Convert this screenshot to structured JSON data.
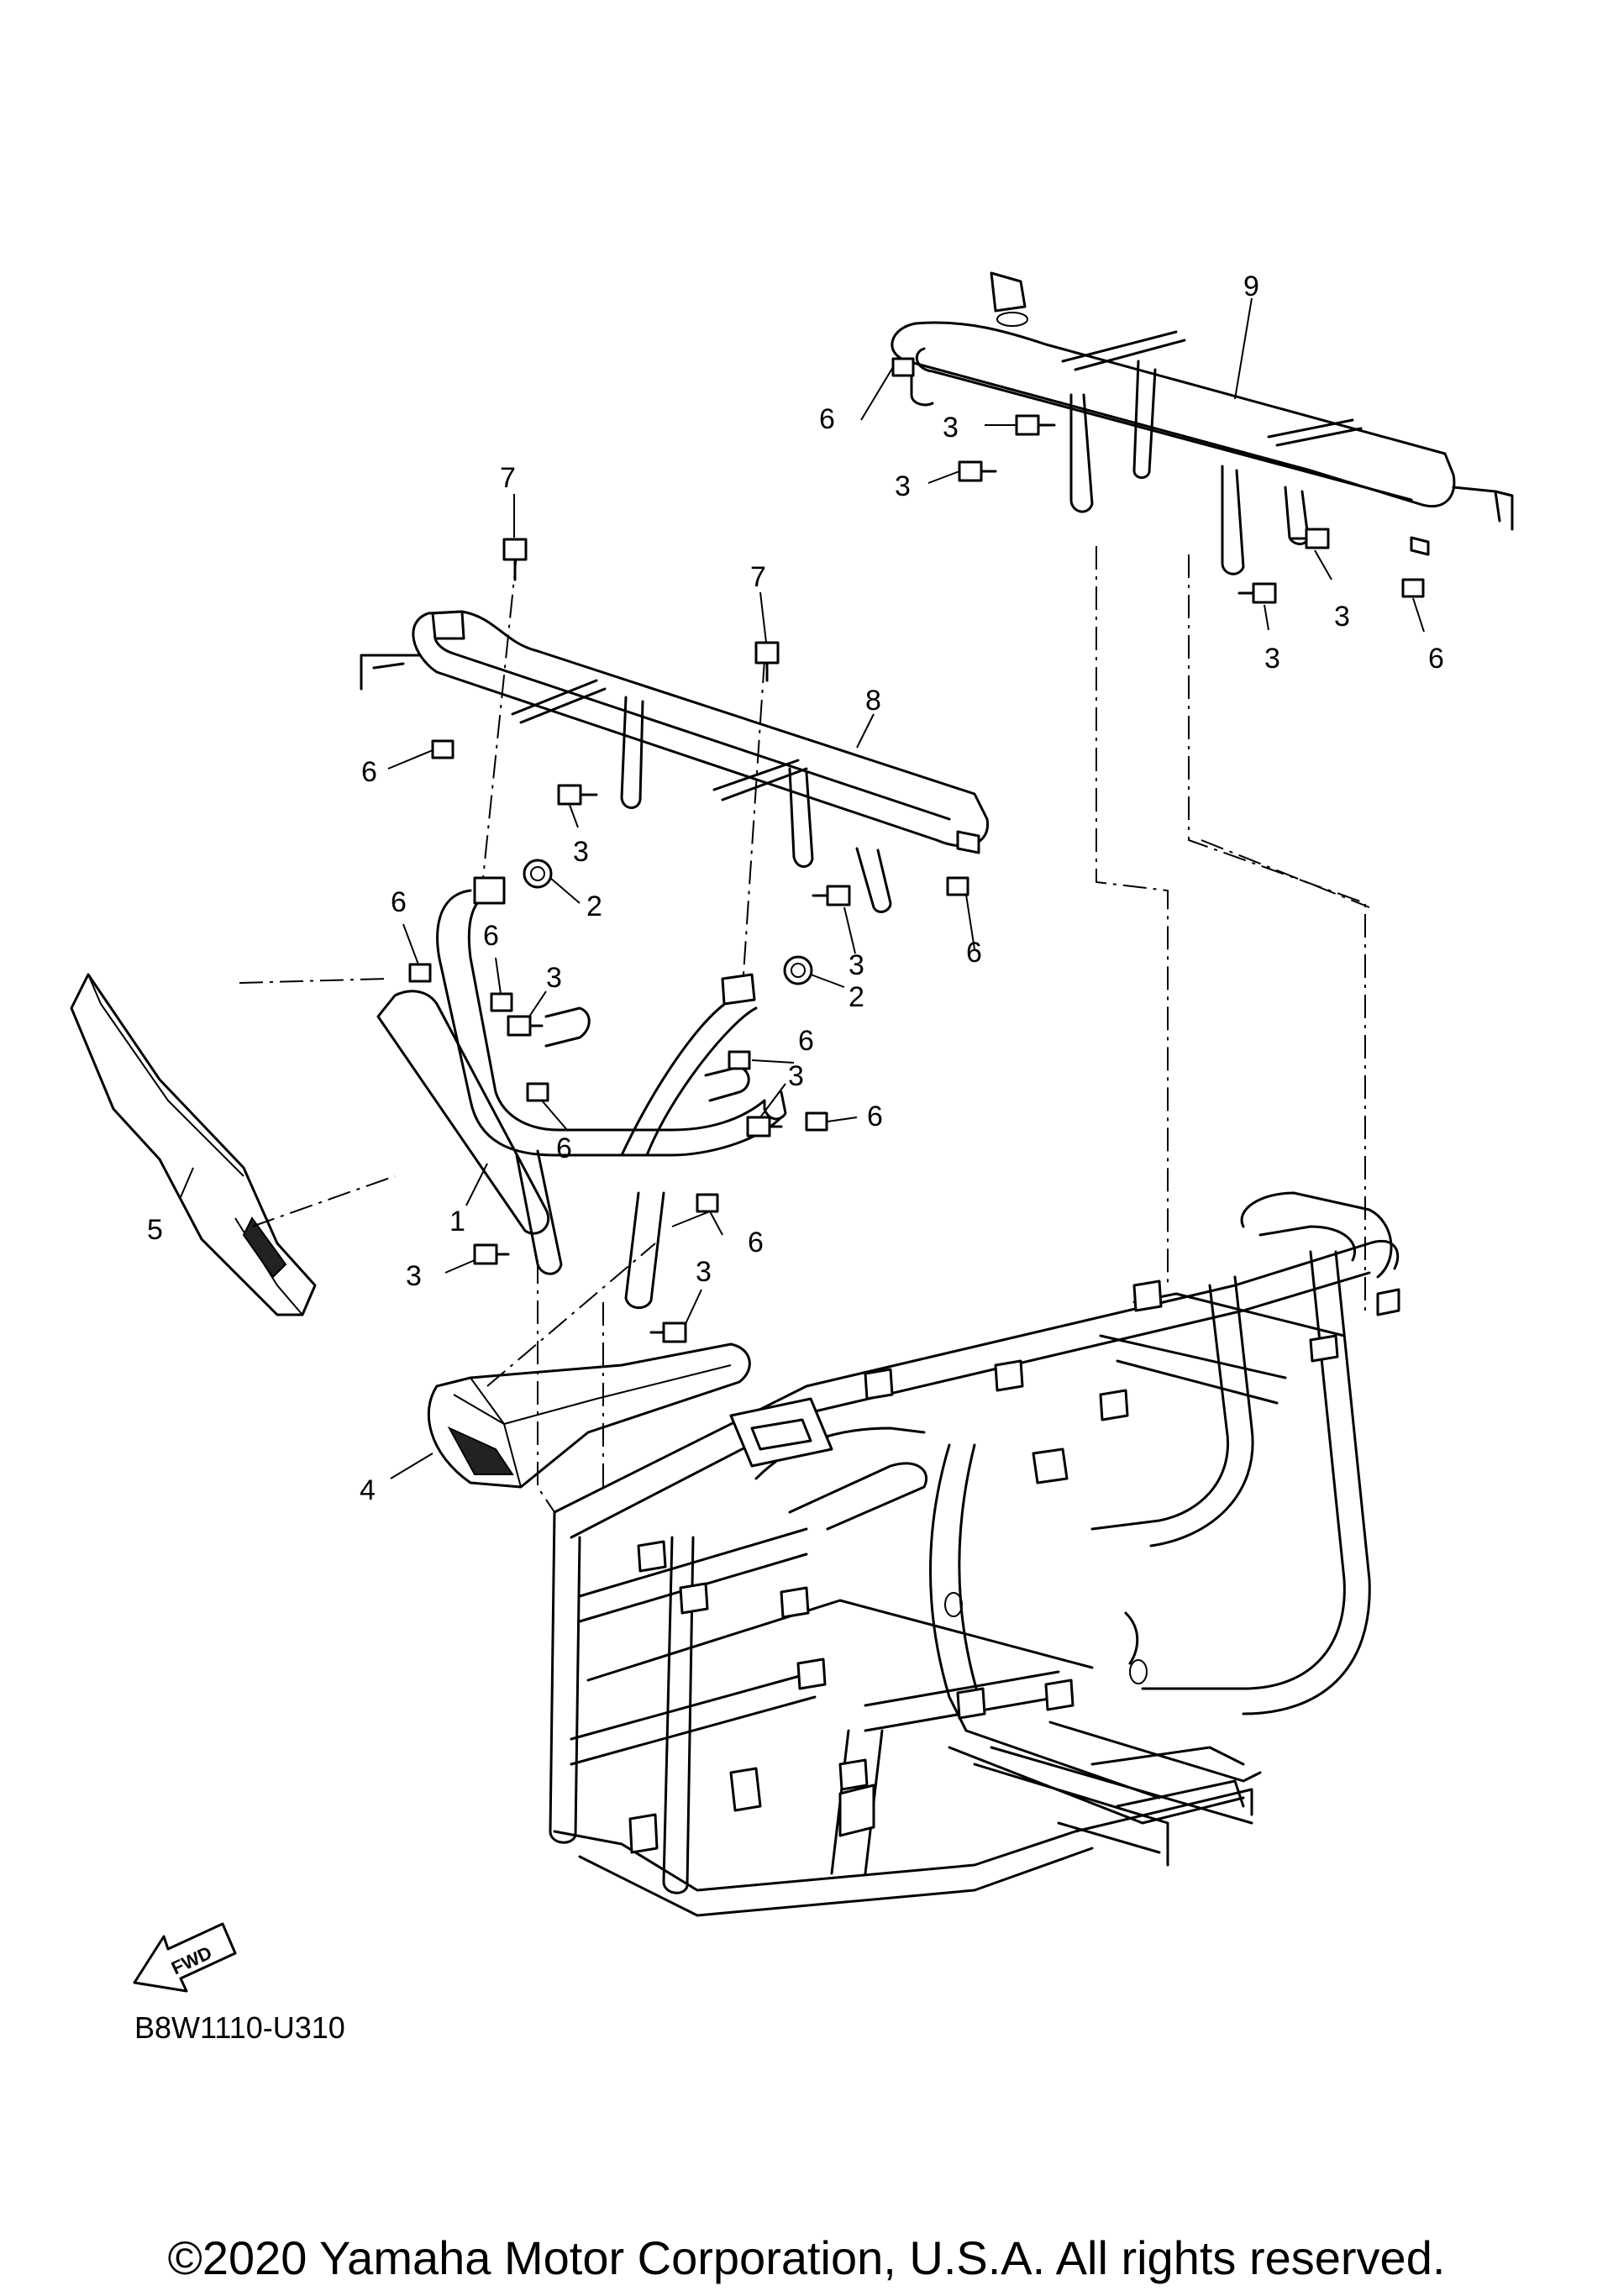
{
  "diagram": {
    "code": "B8W1110-U310",
    "copyright": "©2020 Yamaha Motor Corporation, U.S.A. All rights reserved.",
    "fwd_label": "FWD",
    "callouts": [
      {
        "id": "c9",
        "label": "9"
      },
      {
        "id": "c6a",
        "label": "6"
      },
      {
        "id": "c3a",
        "label": "3"
      },
      {
        "id": "c3b",
        "label": "3"
      },
      {
        "id": "c3c",
        "label": "3"
      },
      {
        "id": "c3d",
        "label": "3"
      },
      {
        "id": "c6b",
        "label": "6"
      },
      {
        "id": "c7a",
        "label": "7"
      },
      {
        "id": "c7b",
        "label": "7"
      },
      {
        "id": "c8",
        "label": "8"
      },
      {
        "id": "c6c",
        "label": "6"
      },
      {
        "id": "c3e",
        "label": "3"
      },
      {
        "id": "c2a",
        "label": "2"
      },
      {
        "id": "c3f",
        "label": "3"
      },
      {
        "id": "c6d",
        "label": "6"
      },
      {
        "id": "c6e",
        "label": "6"
      },
      {
        "id": "c6f",
        "label": "6"
      },
      {
        "id": "c3g",
        "label": "3"
      },
      {
        "id": "c2b",
        "label": "2"
      },
      {
        "id": "c6g",
        "label": "6"
      },
      {
        "id": "c3h",
        "label": "3"
      },
      {
        "id": "c6h",
        "label": "6"
      },
      {
        "id": "c6i",
        "label": "6"
      },
      {
        "id": "c1",
        "label": "1"
      },
      {
        "id": "c6j",
        "label": "6"
      },
      {
        "id": "c5",
        "label": "5"
      },
      {
        "id": "c3i",
        "label": "3"
      },
      {
        "id": "c3j",
        "label": "3"
      },
      {
        "id": "c4",
        "label": "4"
      }
    ]
  }
}
